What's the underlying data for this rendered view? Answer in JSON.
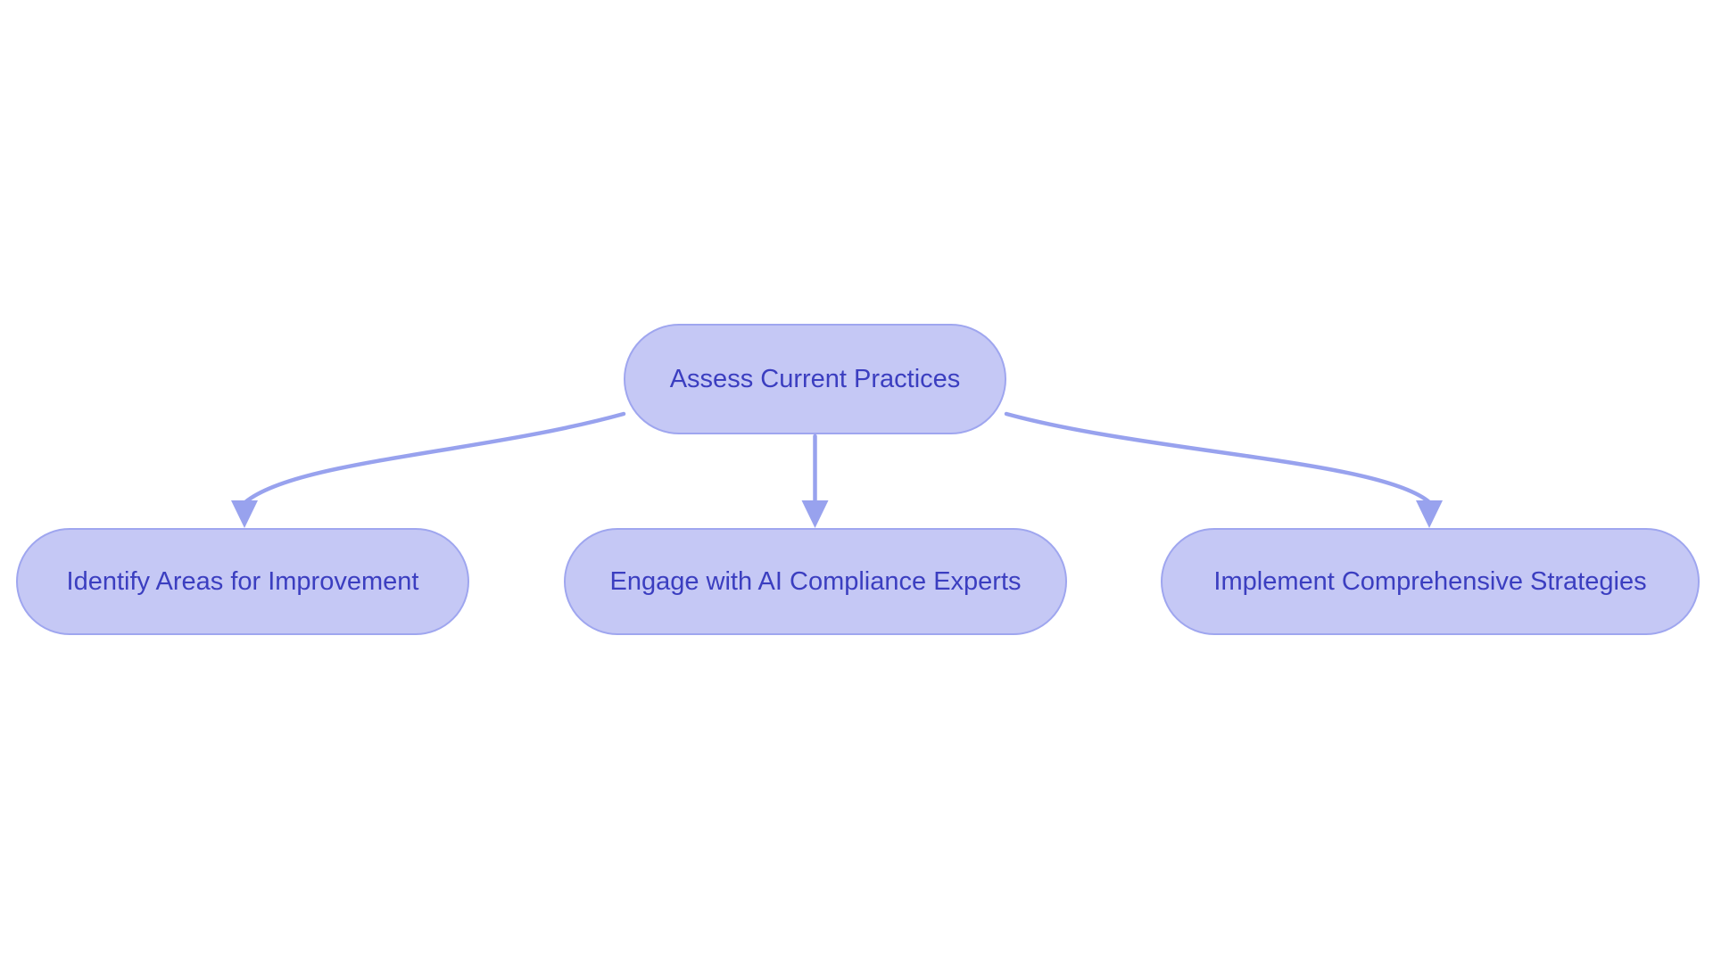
{
  "diagram": {
    "type": "flowchart",
    "direction": "top-down",
    "nodes": [
      {
        "id": "assess",
        "role": "root",
        "label": "Assess Current Practices"
      },
      {
        "id": "identify",
        "role": "child",
        "label": "Identify Areas for Improvement"
      },
      {
        "id": "engage",
        "role": "child",
        "label": "Engage with AI Compliance Experts"
      },
      {
        "id": "implement",
        "role": "child",
        "label": "Implement Comprehensive Strategies"
      }
    ],
    "edges": [
      {
        "from": "assess",
        "to": "identify"
      },
      {
        "from": "assess",
        "to": "engage"
      },
      {
        "from": "assess",
        "to": "implement"
      }
    ]
  },
  "colors": {
    "background": "#ffffff",
    "node_fill": "#c5c8f5",
    "node_border": "#9fa6ef",
    "node_text": "#3b3ec0",
    "arrow": "#98a2ee"
  }
}
